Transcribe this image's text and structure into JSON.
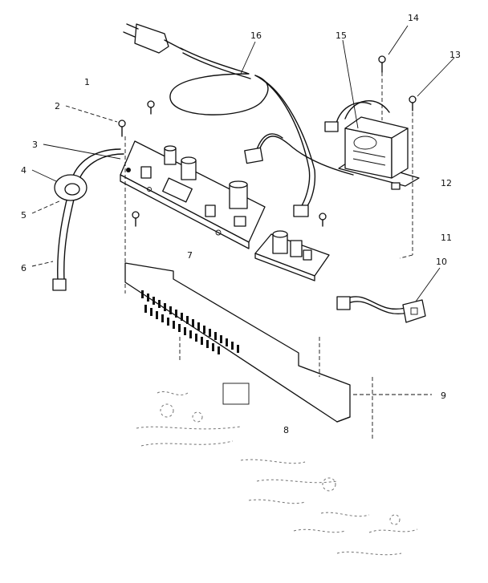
{
  "callouts": [
    {
      "id": "1",
      "text": "1"
    },
    {
      "id": "2",
      "text": "2"
    },
    {
      "id": "3",
      "text": "3"
    },
    {
      "id": "4",
      "text": "4"
    },
    {
      "id": "5",
      "text": "5"
    },
    {
      "id": "6",
      "text": "6"
    },
    {
      "id": "7",
      "text": "7"
    },
    {
      "id": "8",
      "text": "8"
    },
    {
      "id": "9",
      "text": "9"
    },
    {
      "id": "10",
      "text": "10"
    },
    {
      "id": "11",
      "text": "11"
    },
    {
      "id": "12",
      "text": "12"
    },
    {
      "id": "13",
      "text": "13"
    },
    {
      "id": "14",
      "text": "14"
    },
    {
      "id": "15",
      "text": "15"
    },
    {
      "id": "16",
      "text": "16"
    }
  ]
}
